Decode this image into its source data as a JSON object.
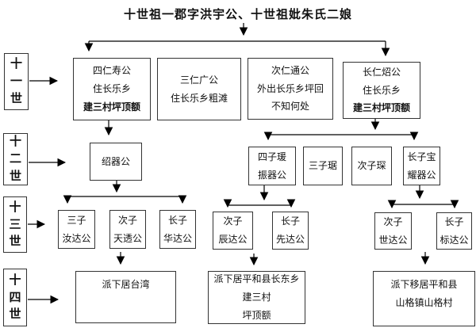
{
  "title": "十世祖一郡字洪宇公、十世祖妣朱氏二娘",
  "generations": [
    {
      "label": "十一世",
      "boxes": [
        {
          "lines": [
            "四仁寿公",
            "住长乐乡",
            "建三村坪顶额"
          ]
        },
        {
          "lines": [
            "三仁广公",
            "住长乐乡粗滩"
          ]
        },
        {
          "lines": [
            "次仁通公",
            "外出长乐乡坪回",
            "不知何处"
          ]
        },
        {
          "lines": [
            "长仁炤公",
            "住长乐乡",
            "建三村坪顶额"
          ]
        }
      ]
    },
    {
      "label": "十二世",
      "boxes": [
        {
          "lines": [
            "绍器公"
          ]
        },
        {
          "lines": [
            "四子瑗",
            "振器公"
          ]
        },
        {
          "lines": [
            "三子琚"
          ]
        },
        {
          "lines": [
            "次子琛"
          ]
        },
        {
          "lines": [
            "长子宝",
            "耀器公"
          ]
        }
      ]
    },
    {
      "label": "十三世",
      "boxes": [
        {
          "lines": [
            "三子",
            "汝达公"
          ]
        },
        {
          "lines": [
            "次子",
            "天透公"
          ]
        },
        {
          "lines": [
            "长子",
            "华达公"
          ]
        },
        {
          "lines": [
            "次子",
            "辰达公"
          ]
        },
        {
          "lines": [
            "长子",
            "先达公"
          ]
        },
        {
          "lines": [
            "次子",
            "世达公"
          ]
        },
        {
          "lines": [
            "长子",
            "标达公"
          ]
        }
      ]
    },
    {
      "label": "十四世",
      "boxes": [
        {
          "lines": [
            "派下居台湾"
          ]
        },
        {
          "lines": [
            "派下居平和县长东乡",
            "建三村",
            "坪顶额"
          ]
        },
        {
          "lines": [
            "派下移居平和县",
            "山格镇山格村"
          ]
        }
      ]
    }
  ],
  "colors": {
    "line": "#000000",
    "border": "#333333",
    "text": "#111111",
    "background": "#ffffff"
  }
}
